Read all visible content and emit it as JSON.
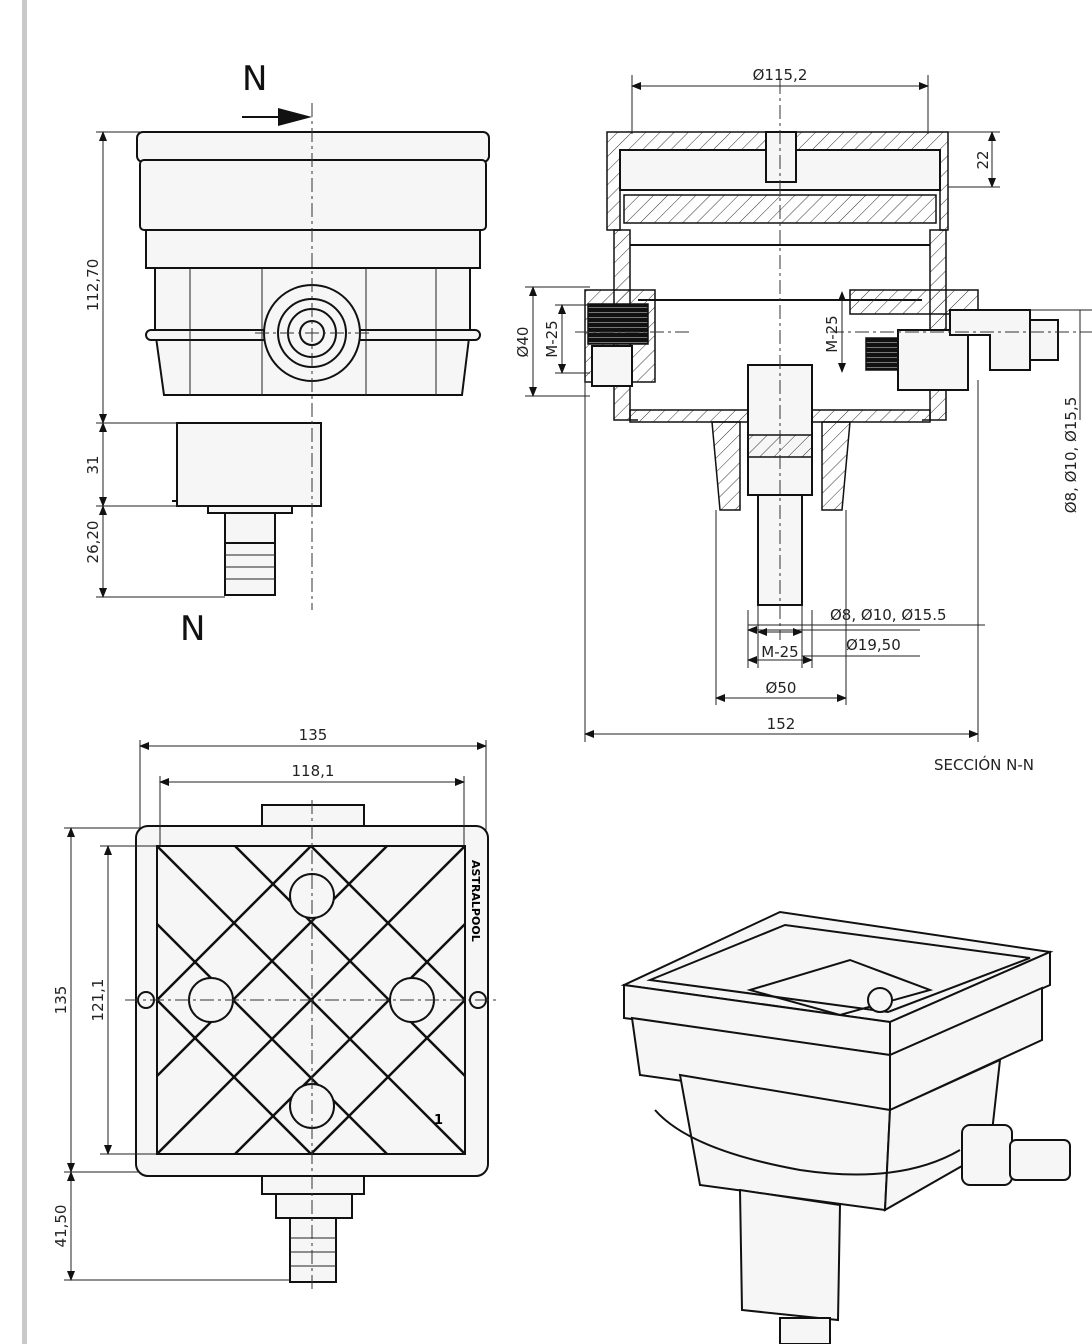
{
  "section_marks": {
    "top": "N",
    "bottom": "N"
  },
  "side_view": {
    "dims": [
      "112,70",
      "31",
      "26,20"
    ]
  },
  "section_view": {
    "title": "SECCIÓN N-N",
    "dims": {
      "d_top": "Ø115,2",
      "h_top": "22",
      "d40": "Ø40",
      "m25_left": "M-25",
      "m25_right": "M-25",
      "side_outlet": "Ø8, Ø10, Ø15,5",
      "outlet": "Ø8, Ø10, Ø15.5",
      "d1950": "Ø19,50",
      "m25_bottom": "M-25",
      "d50": "Ø50",
      "w152": "152"
    }
  },
  "top_view": {
    "dims": {
      "w135": "135",
      "w118": "118,1",
      "h135": "135",
      "h121": "121,1",
      "h41": "41,50"
    },
    "brand": "ASTRALPOOL",
    "mark": "1"
  }
}
